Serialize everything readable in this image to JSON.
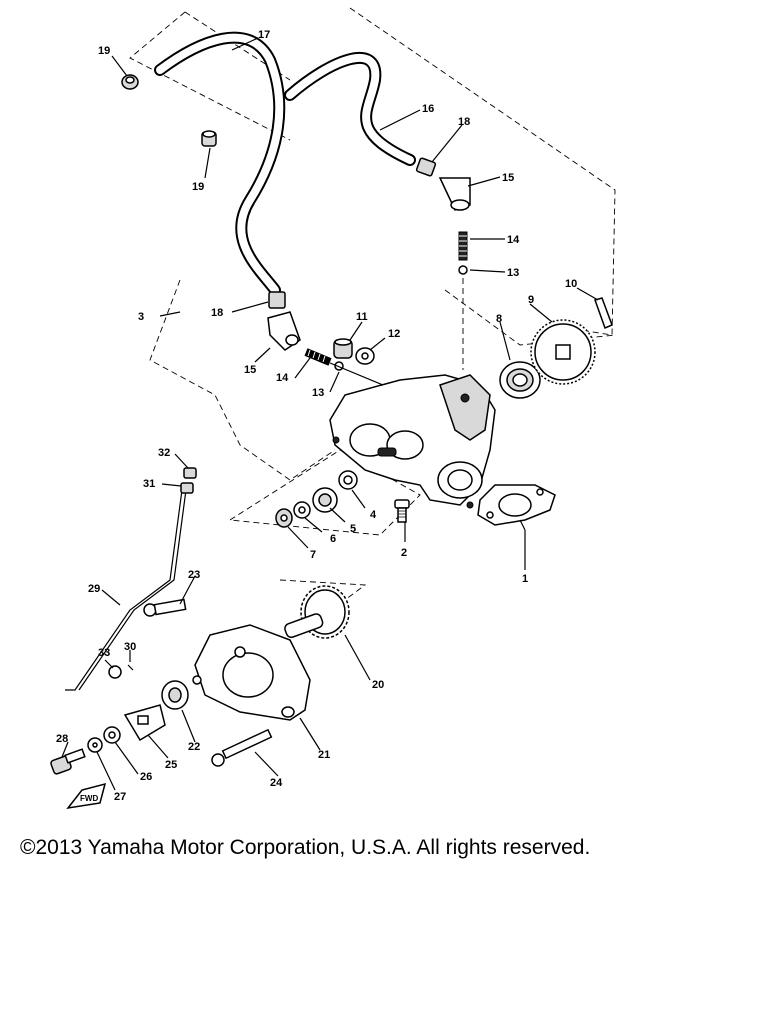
{
  "callouts": {
    "c1": "1",
    "c2": "2",
    "c3": "3",
    "c4": "4",
    "c5": "5",
    "c6": "6",
    "c7": "7",
    "c8": "8",
    "c9": "9",
    "c10": "10",
    "c11": "11",
    "c12": "12",
    "c13a": "13",
    "c13b": "13",
    "c14a": "14",
    "c14b": "14",
    "c15a": "15",
    "c15b": "15",
    "c16": "16",
    "c17": "17",
    "c18a": "18",
    "c18b": "18",
    "c19a": "19",
    "c19b": "19",
    "c20": "20",
    "c21": "21",
    "c22": "22",
    "c23": "23",
    "c24": "24",
    "c25": "25",
    "c26": "26",
    "c27": "27",
    "c28": "28",
    "c29": "29",
    "c30": "30",
    "c31": "31",
    "c32": "32",
    "c33": "33"
  },
  "fwd_mark": "FWD",
  "copyright": "©2013 Yamaha Motor Corporation, U.S.A. All rights reserved."
}
